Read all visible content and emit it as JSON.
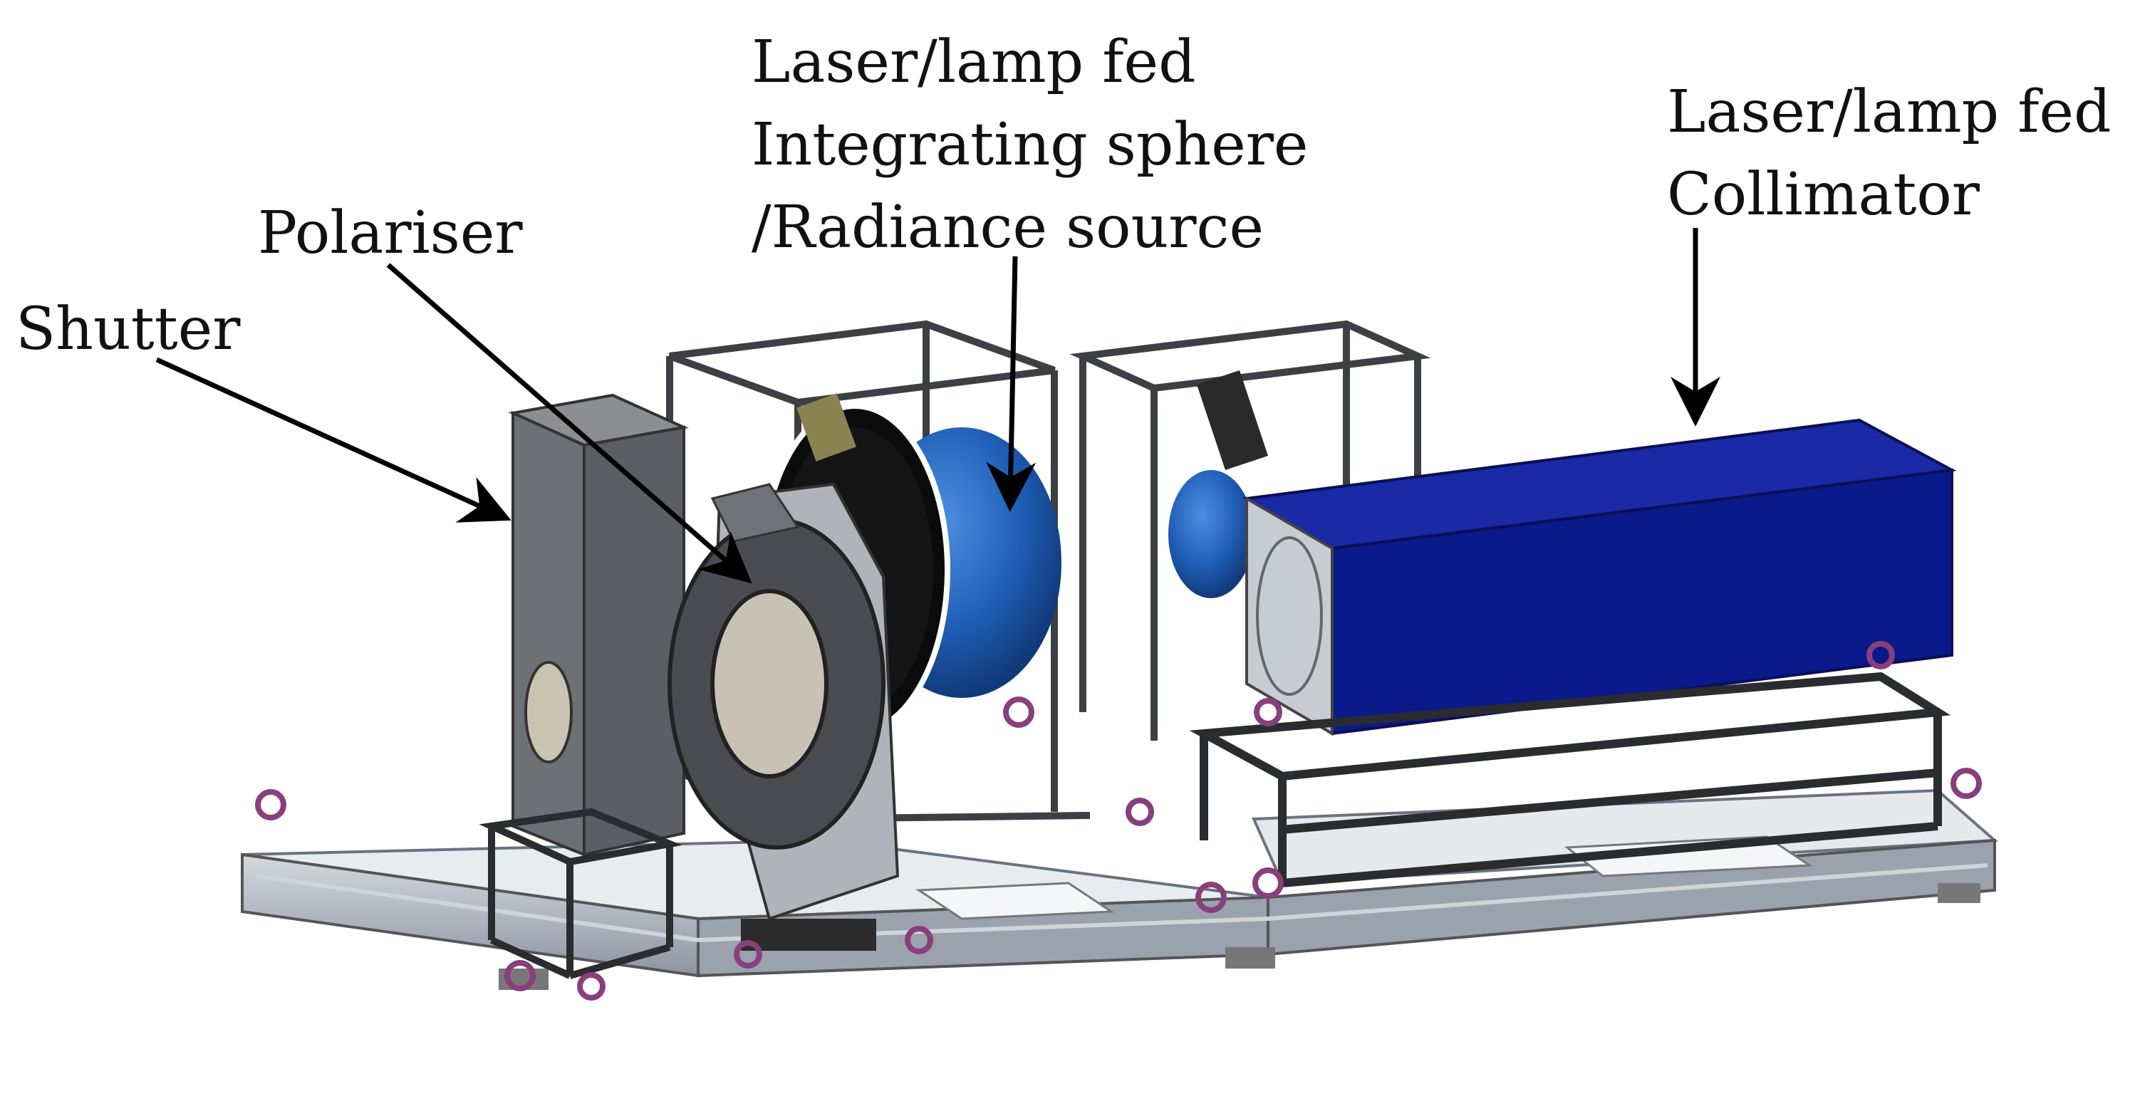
{
  "labels": {
    "sphere": [
      "Laser/lamp fed",
      "Integrating sphere",
      "/Radiance source"
    ],
    "polariser": "Polariser",
    "shutter": "Shutter",
    "collimator": [
      "Laser/lamp fed",
      "Collimator"
    ]
  },
  "colors": {
    "frame_gray": "#a9b0bb",
    "frame_dark": "#3c3f44",
    "collimator_blue": "#0a1a8a",
    "sphere_blue": "#1f5fb8",
    "bolt_purple": "#8a3f7d",
    "arrow": "#000000"
  }
}
